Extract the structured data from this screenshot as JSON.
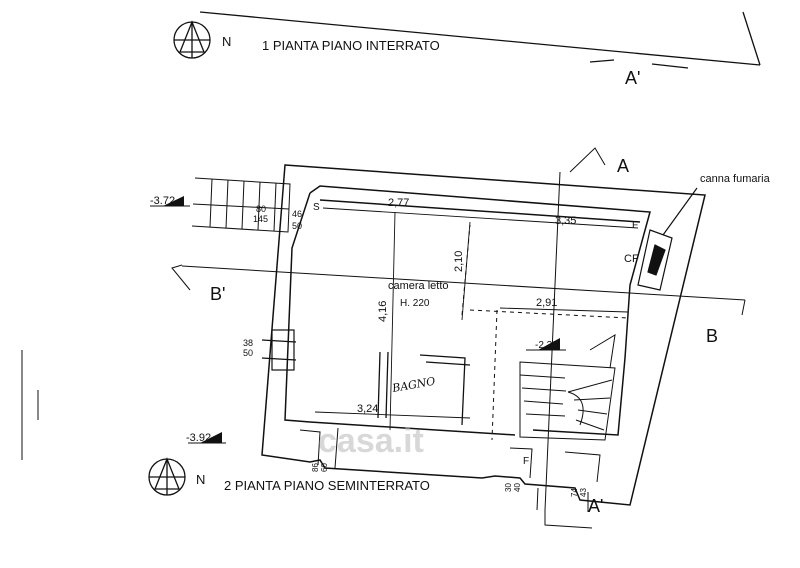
{
  "titles": {
    "north_1": "N",
    "plan_1": "1  PIANTA PIANO INTERRATO",
    "north_2": "N",
    "plan_2": "2  PIANTA PIANO SEMINTERRATO"
  },
  "sections": {
    "a_prime_top": "A'",
    "a_top": "A",
    "b_left": "B'",
    "b_right": "B",
    "a_prime_bottom": "A'"
  },
  "labels": {
    "canna_fumaria": "canna fumaria",
    "cf": "CF",
    "room_name": "camera letto",
    "room_height": "H. 220",
    "bagno": "BAGNO",
    "s": "S",
    "f_top": "F",
    "f_bottom": "F"
  },
  "levels": {
    "left_top": "-3.72",
    "stair": "-2.30",
    "left_bottom": "-3.92"
  },
  "dimensions": {
    "d_277": "2,77",
    "d_335": "3,35",
    "d_210": "2,10",
    "d_416": "4,16",
    "d_291": "2,91",
    "d_324": "3,24",
    "win_left_top": "80",
    "win_left_bottom": "145",
    "door_top": "46",
    "door_bottom": "50",
    "side_top": "38",
    "side_bottom": "50",
    "b_86": "86",
    "b_60": "60",
    "b_30": "30",
    "b_40": "40",
    "b_74": "74",
    "b_43": "43"
  },
  "watermark": "casa.it"
}
